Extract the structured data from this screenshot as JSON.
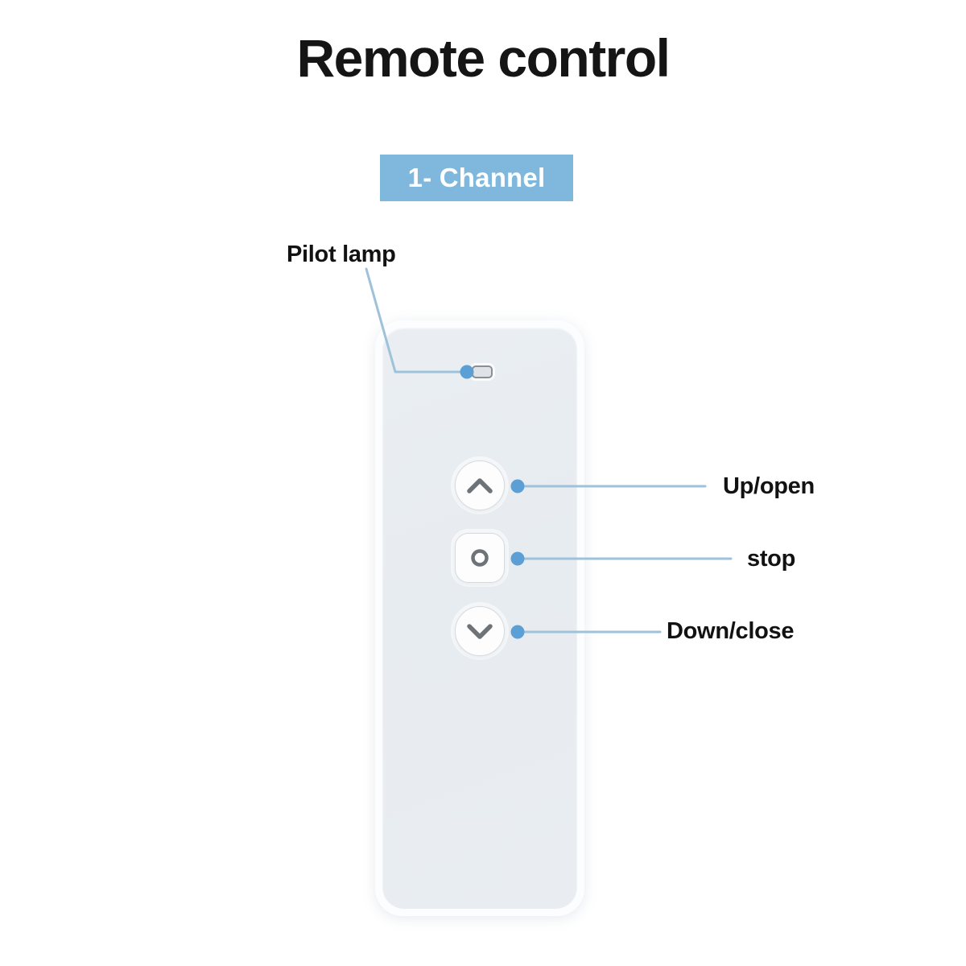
{
  "page": {
    "title": "Remote control",
    "background_color": "#ffffff"
  },
  "badge": {
    "label": "1- Channel",
    "background_color": "#7FB8DC",
    "text_color": "#ffffff"
  },
  "device": {
    "name": "remote-control-handset",
    "body_color": "#E8ECF1",
    "rim_color": "#FCFDFE",
    "indicator": {
      "name": "pilot-lamp",
      "border_color": "#8B8F93",
      "fill_color": "#DFE3E7"
    },
    "buttons": [
      {
        "id": "up",
        "shape": "circle",
        "icon": "chevron-up-icon",
        "glyph_color": "#6E7377"
      },
      {
        "id": "stop",
        "shape": "squircle",
        "icon": "circle-outline-icon",
        "glyph_color": "#6E7377"
      },
      {
        "id": "down",
        "shape": "circle",
        "icon": "chevron-down-icon",
        "glyph_color": "#6E7377"
      }
    ]
  },
  "callouts": {
    "pilot_lamp": "Pilot lamp",
    "up_open": "Up/open",
    "stop": "stop",
    "down_close": "Down/close"
  },
  "leader_style": {
    "line_color": "#9EC2DA",
    "dot_color": "#5C9FD4",
    "line_width": 3
  }
}
